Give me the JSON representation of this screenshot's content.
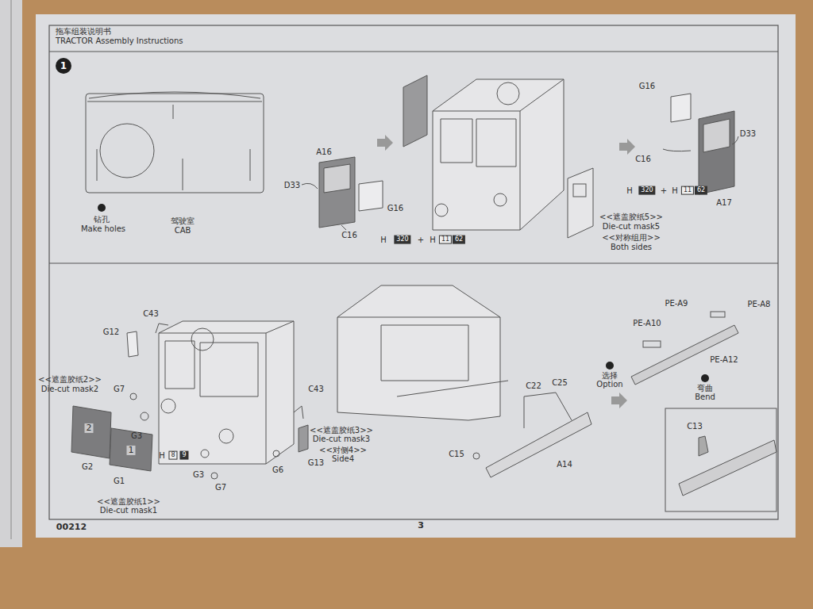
{
  "diagram": {
    "title": "TRACTOR Assembly Instructions",
    "labels": [
      "1",
      "钻孔",
      "Make holes",
      "驾驶室",
      "CAB",
      "A16",
      "D33",
      "G16",
      "C16",
      "H",
      "320",
      "+",
      "H",
      "11",
      "62",
      "G16",
      "C16",
      "D33",
      "A17",
      "H",
      "320",
      "+",
      "H",
      "11",
      "62",
      "<<遮盖胶纸5>>",
      "Die-cut mask5",
      "<<对称组用>>",
      "Both sides",
      "G12",
      "C43",
      "<<遮盖胶纸2>>",
      "Die-cut mask2",
      "G7",
      "G3",
      "2",
      "G2",
      "1",
      "G1",
      "<<遮盖胶纸1>>",
      "Die-cut mask1",
      "H",
      "8",
      "9",
      "G3",
      "G7",
      "G6",
      "G13",
      "C43",
      "<<遮盖胶纸3>>",
      "Die-cut mask3",
      "<<对侧4>>",
      "Side4",
      "C22",
      "C25",
      "C15",
      "A14",
      "选择",
      "Option",
      "PE-A9",
      "PE-A10",
      "PE-A8",
      "PE-A12",
      "弯曲",
      "Bend",
      "C13",
      "00212",
      "3",
      "拖车组装说明书"
    ]
  }
}
